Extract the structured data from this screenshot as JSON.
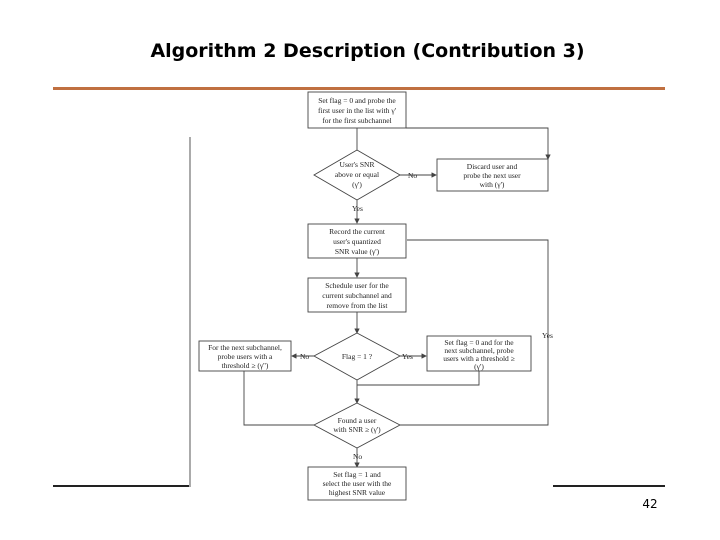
{
  "slide": {
    "title": "Algorithm 2 Description (Contribution 3)",
    "page_number": "42"
  },
  "flowchart": {
    "start": [
      "Set flag = 0 and probe the",
      "first user in the list with γ'",
      "for the first subchannel"
    ],
    "snr_check": [
      "User's SNR",
      "above or equal",
      "(γ')"
    ],
    "discard": [
      "Discard user and",
      "probe the next user",
      "with (γ')"
    ],
    "record": [
      "Record the current",
      "user's quantized",
      "SNR value (γ')"
    ],
    "schedule": [
      "Schedule user for the",
      "current subchannel and",
      "remove from the list"
    ],
    "flag_check": [
      "Flag = 1 ?"
    ],
    "next_subchannel": [
      "For the next subchannel,",
      "probe users with a",
      "threshold ≥ (γ'')"
    ],
    "set_flag_zero": [
      "Set flag = 0 and for the",
      "next subchannel, probe",
      "users with a threshold ≥",
      "(γ')"
    ],
    "found_check": [
      "Found a user",
      "with SNR ≥ (γ')"
    ],
    "set_flag_one": [
      "Set flag = 1 and",
      "select the user with the",
      "highest SNR value"
    ],
    "edge_labels": {
      "no_1": "No",
      "yes_1": "Yes",
      "no_2": "No",
      "yes_2": "Yes",
      "yes_3": "Yes",
      "no_3": "No"
    }
  }
}
